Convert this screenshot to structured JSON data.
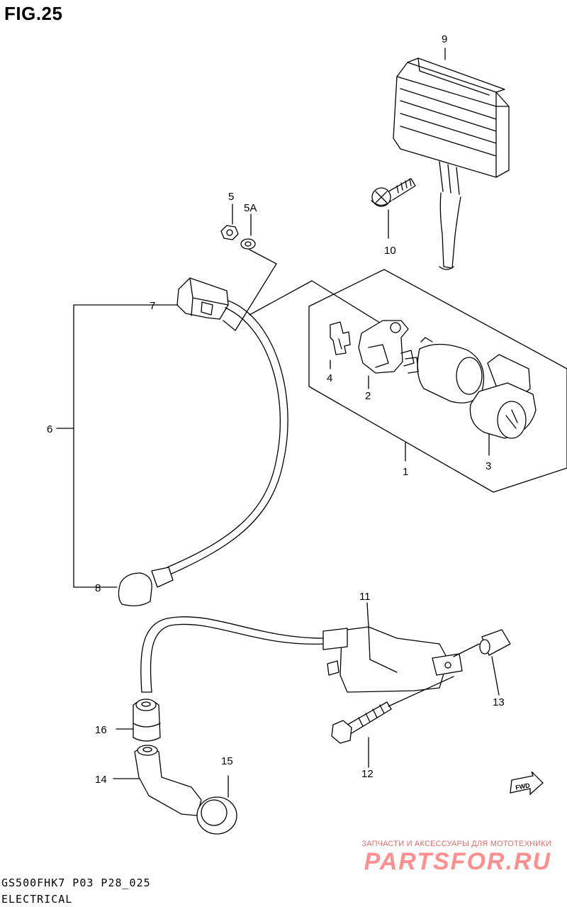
{
  "figure": {
    "title": "FIG.25",
    "code": "GS500FHK7 P03 P28_025",
    "section": "ELECTRICAL"
  },
  "callouts": [
    {
      "id": "9",
      "label": "9"
    },
    {
      "id": "10",
      "label": "10"
    },
    {
      "id": "5",
      "label": "5"
    },
    {
      "id": "5A",
      "label": "5A"
    },
    {
      "id": "7",
      "label": "7"
    },
    {
      "id": "6",
      "label": "6"
    },
    {
      "id": "8",
      "label": "8"
    },
    {
      "id": "4",
      "label": "4"
    },
    {
      "id": "2",
      "label": "2"
    },
    {
      "id": "3",
      "label": "3"
    },
    {
      "id": "1",
      "label": "1"
    },
    {
      "id": "11",
      "label": "11"
    },
    {
      "id": "13",
      "label": "13"
    },
    {
      "id": "16",
      "label": "16"
    },
    {
      "id": "12",
      "label": "12"
    },
    {
      "id": "14",
      "label": "14"
    },
    {
      "id": "15",
      "label": "15"
    }
  ],
  "direction_badge": "FWD",
  "watermark": {
    "subtitle": "ЗАПЧАСТИ И АКСЕССУАРЫ ДЛЯ МОТОТЕХНИКИ",
    "brand": "PARTSFOR.RU",
    "color": "#ff8f8f"
  }
}
